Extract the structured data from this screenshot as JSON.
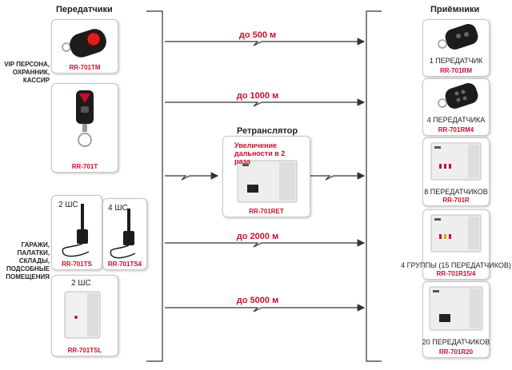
{
  "headers": {
    "transmitters": "Передатчики",
    "receivers": "Приёмники",
    "repeater": "Ретранслятор"
  },
  "categories": {
    "vip": [
      "VIP ПЕРСОНА,",
      "ОХРАННИК,",
      "КАССИР"
    ],
    "garages": [
      "ГАРАЖИ,",
      "ПАЛАТКИ,",
      "СКЛАДЫ,",
      "ПОДСОБНЫЕ",
      "ПОМЕЩЕНИЯ"
    ]
  },
  "transmitters": [
    {
      "model": "RR-701TM"
    },
    {
      "model": "RR-701T"
    },
    {
      "model": "RR-701TS",
      "zones": "2 ШС"
    },
    {
      "model": "RR-701TS4",
      "zones": "4 ШС"
    },
    {
      "model": "RR-701TSL",
      "zones": "2 ШС"
    }
  ],
  "distances": [
    "до 500 м",
    "до 1000 м",
    "до 2000 м",
    "до 5000 м"
  ],
  "repeater": {
    "note": "Увеличение дальности в 2 раза",
    "model": "RR-701RET"
  },
  "receivers": [
    {
      "label": "1 ПЕРЕДАТЧИК",
      "model": "RR-701RM"
    },
    {
      "label": "4 ПЕРЕДАТЧИКА",
      "model": "RR-701RM4"
    },
    {
      "label": "8 ПЕРЕДАТЧИКОВ",
      "model": "RR-701R"
    },
    {
      "label": "4 ГРУППЫ (15 ПЕРЕДАТЧИКОВ)",
      "model": "RR-701R15/4"
    },
    {
      "label": "20 ПЕРЕДАТЧИКОВ",
      "model": "RR-701R20"
    }
  ],
  "colors": {
    "accent": "#c8102e",
    "line": "#333333",
    "fob_button": "#e0201c"
  }
}
